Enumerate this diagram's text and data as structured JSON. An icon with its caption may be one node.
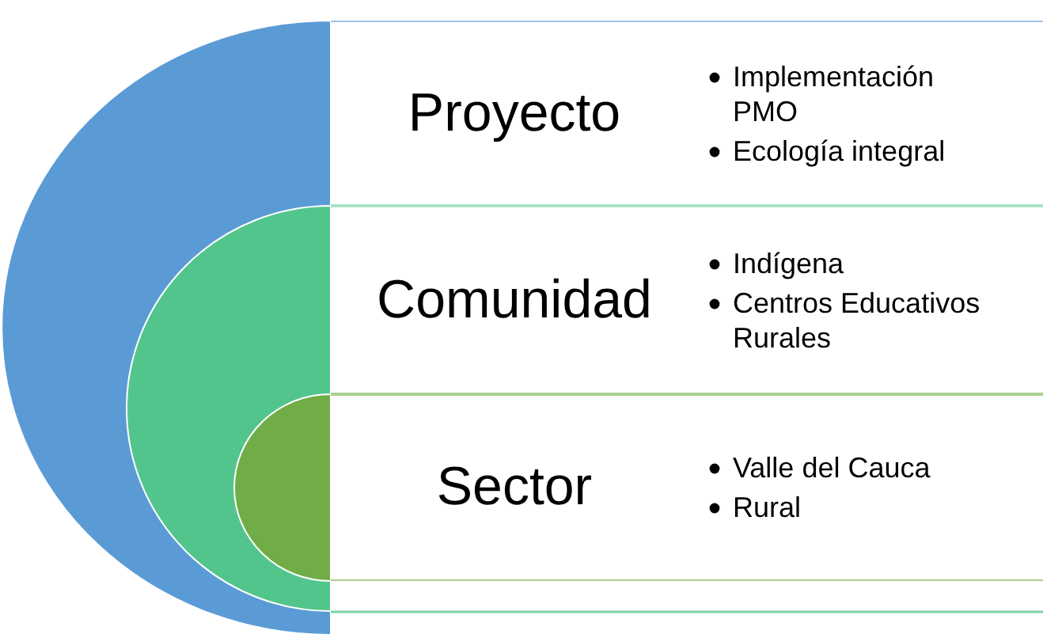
{
  "diagram": {
    "nodes": [
      {
        "text": [
          "Proyecto",
          "Implementación PMO",
          "Ecología integral"
        ]
      },
      {
        "text": [
          "Comunidad",
          "Indígena",
          "Centros Educativos Rurales"
        ]
      },
      {
        "text": [
          "Sector",
          "Valle del Cauca",
          "Rural"
        ]
      }
    ]
  }
}
